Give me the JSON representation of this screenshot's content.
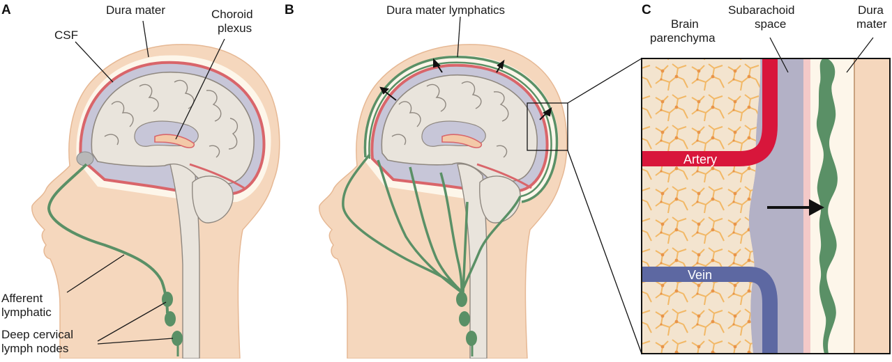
{
  "panels": {
    "a": {
      "letter": "A",
      "dura_mater": "Dura mater",
      "csf": "CSF",
      "choroid_line1": "Choroid",
      "choroid_line2": "plexus",
      "afferent_line1": "Afferent",
      "afferent_line2": "lymphatic",
      "nodes_line1": "Deep cervical",
      "nodes_line2": "lymph nodes"
    },
    "b": {
      "letter": "B",
      "dura_lymphatics": "Dura mater lymphatics"
    },
    "c": {
      "letter": "C",
      "brain_line1": "Brain",
      "brain_line2": "parenchyma",
      "sub_line1": "Subarachoid",
      "sub_line2": "space",
      "dura_line1": "Dura",
      "dura_line2": "mater",
      "artery": "Artery",
      "vein": "Vein"
    }
  },
  "colors": {
    "skin": "#f5d7bd",
    "skin_outline": "#e6b894",
    "dura_layer": "#fdf6ea",
    "csf_space": "#c7c6d8",
    "brain": "#e9e4dc",
    "brain_outline": "#8f8880",
    "dura_red": "#d9656a",
    "lymphatic": "#5a9066",
    "artery": "#d8163b",
    "vein": "#5d68a2",
    "subarachnoid": "#b3b1c6",
    "parenchyma_lines": "#f2b866",
    "arrow": "#111111"
  }
}
